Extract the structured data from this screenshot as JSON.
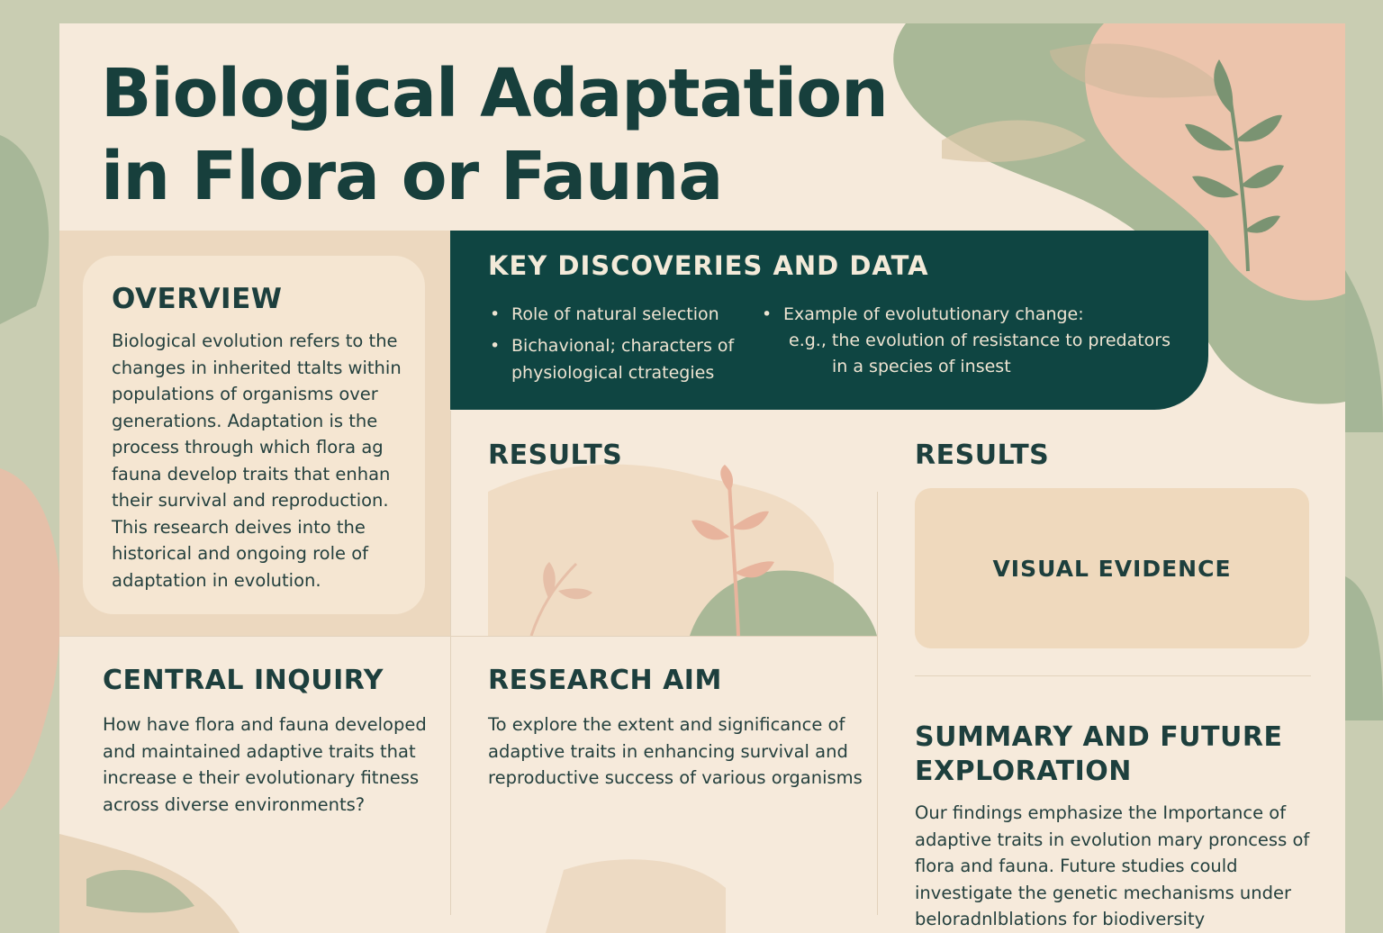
{
  "title": {
    "line1": "Biological Adaptation",
    "line2": "in Flora or Fauna"
  },
  "overview": {
    "heading": "OVERVIEW",
    "text": "Biological evolution refers to the changes in inherited ttalts within populations of organisms over generations. Adaptation is the process through which flora ag fauna develop traits that enhan their survival and reproduction. This research deives into the historical and ongoing role of adaptation in evolution."
  },
  "key_discoveries": {
    "heading": "KEY DISCOVERIES AND DATA",
    "items": [
      "Role of natural selection",
      "Bichavional; characters of physiological ctrategies"
    ],
    "example_label": "Example of evolututionary change:",
    "example_line1": "e.g., the evolution of resistance to predators",
    "example_line2": "in a species of insest"
  },
  "results_left": {
    "heading": "RESULTS"
  },
  "results_right": {
    "heading": "RESULTS",
    "visual_label": "VISUAL EVIDENCE"
  },
  "central_inquiry": {
    "heading": "CENTRAL INQUIRY",
    "text": "How have flora and fauna developed and maintained adaptive traits that increase e their evolutionary fitness across diverse environments?"
  },
  "research_aim": {
    "heading": "RESEARCH AIM",
    "text": "To explore the extent and significance of adaptive traits in enhancing survival and reproductive success of various organisms"
  },
  "summary": {
    "heading": "SUMMARY AND FUTURE EXPLORATION",
    "text": "Our findings emphasize the Importance of adaptive traits in evolution mary proncess of flora and fauna. Future studies could investigate the genetic mechanisms under beloradnlblations for biodiversity"
  },
  "colors": {
    "background": "#c9cdb2",
    "paper": "#f6eadb",
    "dark_teal": "#0f4542",
    "sage": "#9fb190",
    "blush": "#eec3ab",
    "sand": "#efd9bd"
  },
  "icons": [
    "leaf-sprig-icon",
    "leaf-icon",
    "leaf-sprig-pink-icon"
  ]
}
